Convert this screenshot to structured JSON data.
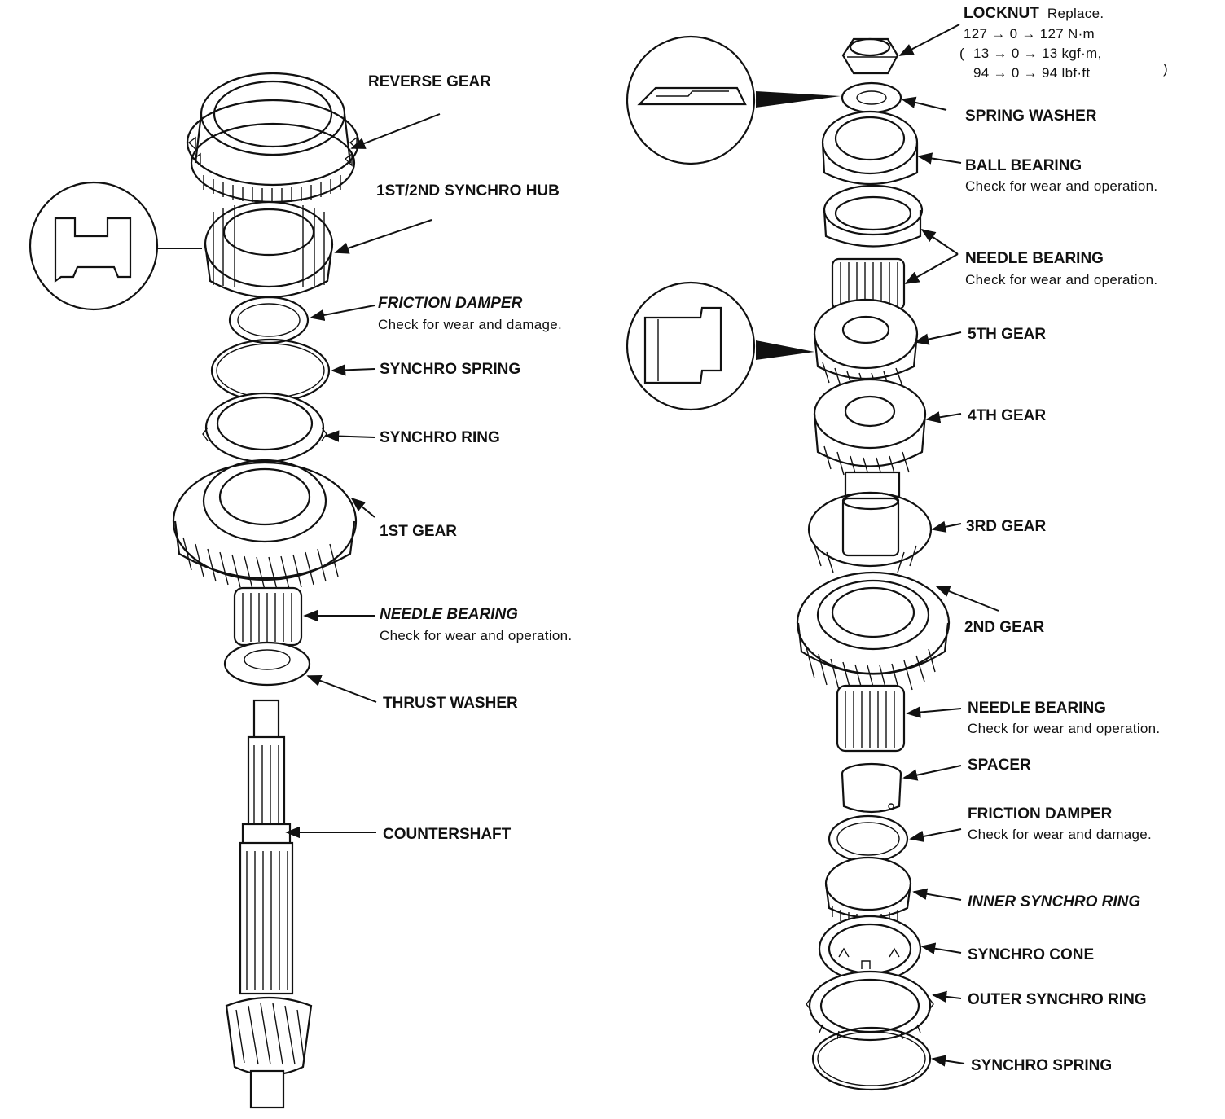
{
  "left_column": {
    "reverse_gear": "REVERSE GEAR",
    "synchro_hub": "1ST/2ND SYNCHRO HUB",
    "friction_damper": "FRICTION DAMPER",
    "friction_damper_note": "Check for wear and damage.",
    "synchro_spring": "SYNCHRO SPRING",
    "synchro_ring": "SYNCHRO RING",
    "first_gear": "1ST GEAR",
    "needle_bearing": "NEEDLE BEARING",
    "needle_bearing_note": "Check for wear and operation.",
    "thrust_washer": "THRUST WASHER",
    "countershaft": "COUNTERSHAFT"
  },
  "right_column": {
    "locknut": "LOCKNUT",
    "locknut_note": "Replace.",
    "torque_line1": "127 → 0 → 127 N·m",
    "torque_line2": "13 → 0 → 13 kgf·m,",
    "torque_line3": "94 → 0 → 94 lbf·ft",
    "spring_washer": "SPRING WASHER",
    "ball_bearing": "BALL BEARING",
    "ball_bearing_note": "Check for wear and operation.",
    "needle_bearing_top": "NEEDLE BEARING",
    "needle_bearing_top_note": "Check for wear and operation.",
    "fifth_gear": "5TH GEAR",
    "fourth_gear": "4TH GEAR",
    "third_gear": "3RD GEAR",
    "second_gear": "2ND GEAR",
    "needle_bearing_bottom": "NEEDLE BEARING",
    "needle_bearing_bottom_note": "Check for wear and operation.",
    "spacer": "SPACER",
    "friction_damper": "FRICTION DAMPER",
    "friction_damper_note": "Check for wear and damage.",
    "inner_synchro_ring": "INNER SYNCHRO RING",
    "synchro_cone": "SYNCHRO CONE",
    "outer_synchro_ring": "OUTER SYNCHRO RING",
    "synchro_spring": "SYNCHRO SPRING"
  }
}
